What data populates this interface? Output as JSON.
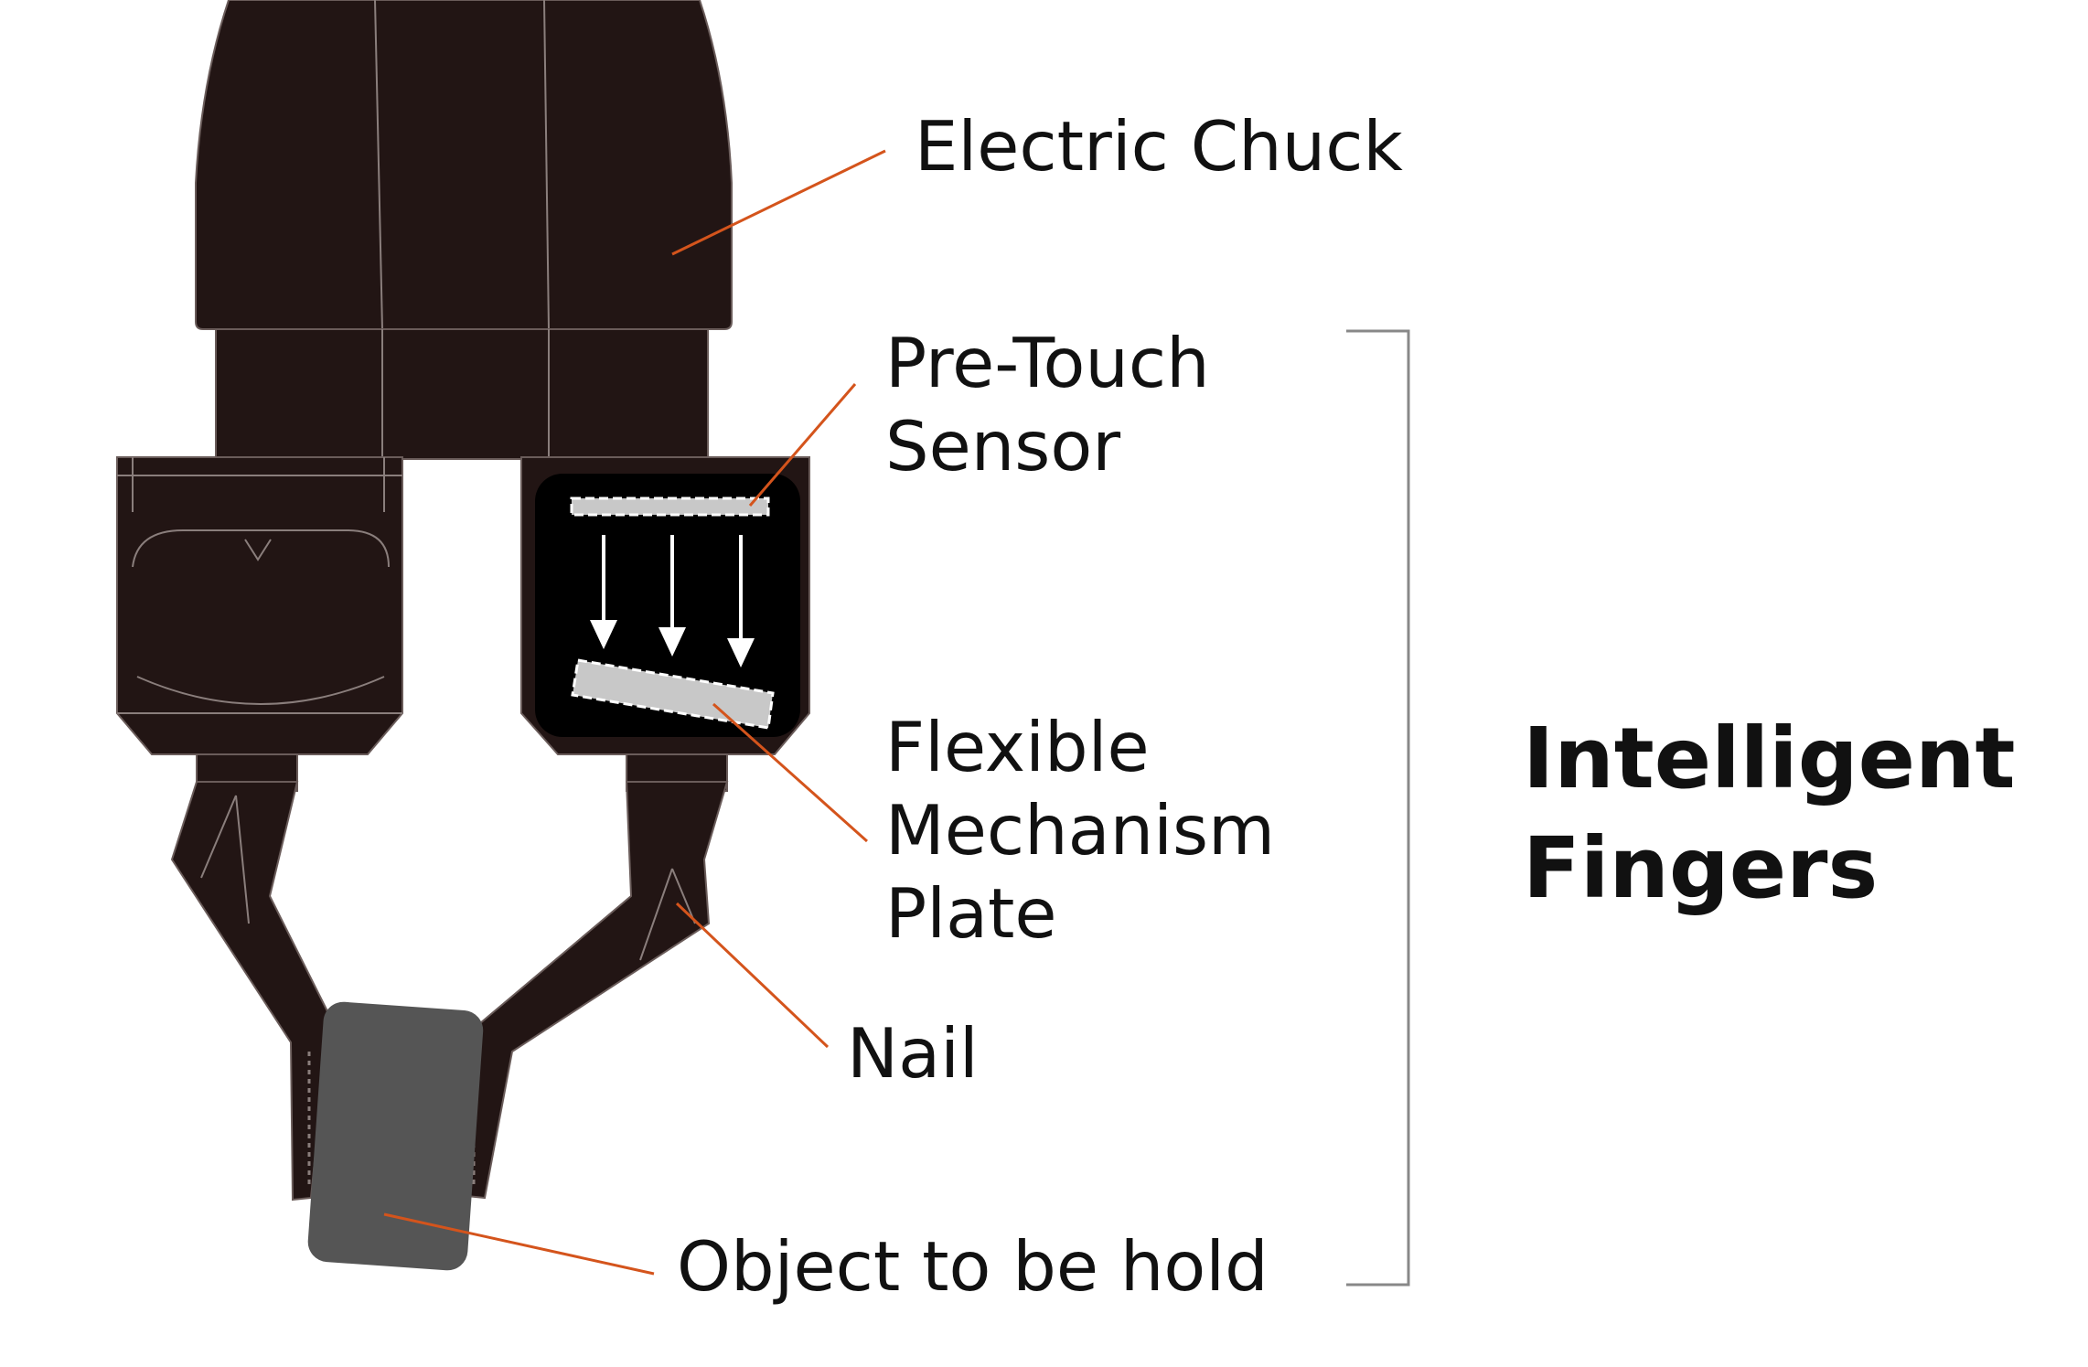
{
  "labels": {
    "electric_chuck": "Electric Chuck",
    "pre_touch_sensor": [
      "Pre-Touch",
      "Sensor"
    ],
    "flexible_mechanism_plate": [
      "Flexible",
      "Mechanism",
      "Plate"
    ],
    "nail": "Nail",
    "object": "Object to be hold"
  },
  "group_title": [
    "Intelligent",
    "Fingers"
  ],
  "colors": {
    "leader_line": "#d4541c",
    "body": "#221514",
    "object": "#555555",
    "plate": "#c8c8c8",
    "bracket": "#888888"
  }
}
